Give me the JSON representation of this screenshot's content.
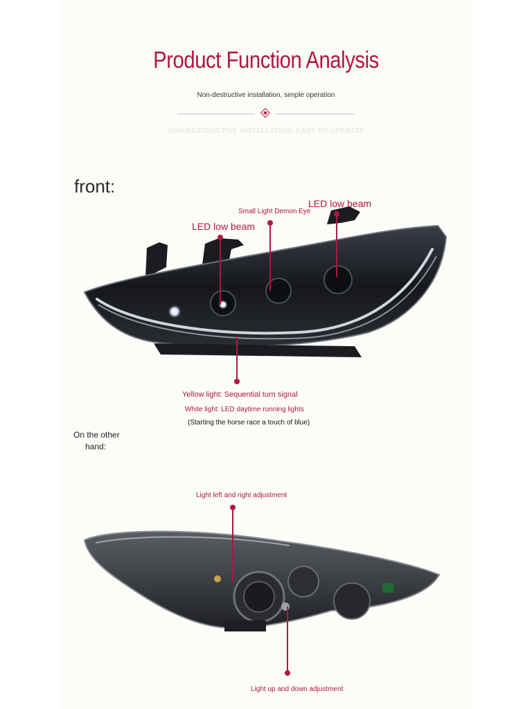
{
  "header": {
    "title": "Product Function Analysis",
    "subtitle": "Non-destructive installation, simple operation",
    "ghost_title": "NON-DESTRUCTIVE INSTALLATION, EASY TO OPERATE"
  },
  "front": {
    "heading": "front:",
    "callouts": {
      "led_low_beam_left": "LED low beam",
      "small_light": "Small Light Demon Eye",
      "led_low_beam_right": "LED low beam",
      "yellow_light": "Yellow light: Sequential turn signal",
      "white_light": "White light: LED daytime running lights",
      "note": "(Starting the horse race a touch of blue)"
    }
  },
  "back": {
    "heading_line1": "On the other",
    "heading_line2": "hand:",
    "callouts": {
      "left_right": "Light left and right adjustment",
      "up_down": "Light up and down adjustment"
    }
  },
  "colors": {
    "accent": "#b1163e",
    "background": "#fcfcf9"
  }
}
